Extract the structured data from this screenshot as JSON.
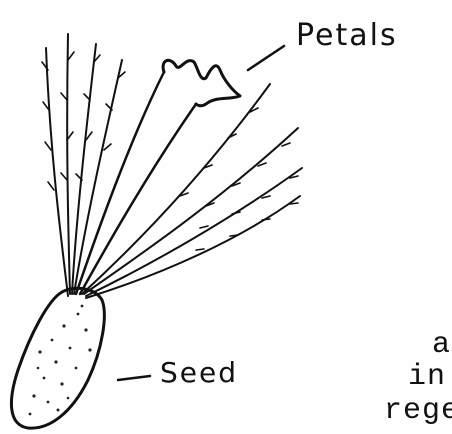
{
  "labels": {
    "petals": "Petals",
    "seed": "Seed"
  },
  "typed_fragments": {
    "line1": "a",
    "line2": "in",
    "line3": "rege"
  }
}
